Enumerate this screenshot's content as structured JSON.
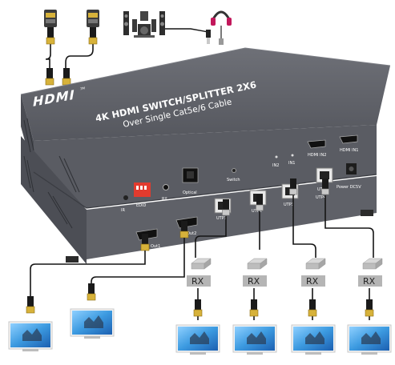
{
  "device": {
    "brand": "HDMI",
    "brand_tm": "TM",
    "title_line1": "4K HDMI SWITCH/SPLITTER  2X6",
    "title_line2": "Over Single Cat5e/6 Cable"
  },
  "rear_panel": {
    "ir": "IR",
    "edid": "EDID",
    "rl": "R/L",
    "optical": "Optical",
    "switch": "Switch",
    "in2": "IN2",
    "in1": "IN1",
    "hdmi_in2": "HDMI IN2",
    "hdmi_in1": "HDMI IN1",
    "power": "Power DC5V",
    "utp": "UTP"
  },
  "front_panel": {
    "out1": "Out1",
    "out2": "Out2",
    "utp_ports": [
      "UTP1",
      "UTP2",
      "UTP3",
      "UTP4"
    ]
  },
  "receivers": [
    "RX",
    "RX",
    "RX",
    "RX"
  ],
  "colors": {
    "device_body": "#55575e",
    "device_top": "#65676e",
    "rx_box": "#b5b5b5",
    "hdmi_plug": "#d7b23a",
    "cable": "#151515",
    "screen": "#3c9ae0"
  },
  "icons": [
    "hdmi-source-icon",
    "speaker-system-icon",
    "headphones-icon",
    "monitor-icon",
    "hdmi-cable-icon",
    "rj45-cable-icon"
  ]
}
